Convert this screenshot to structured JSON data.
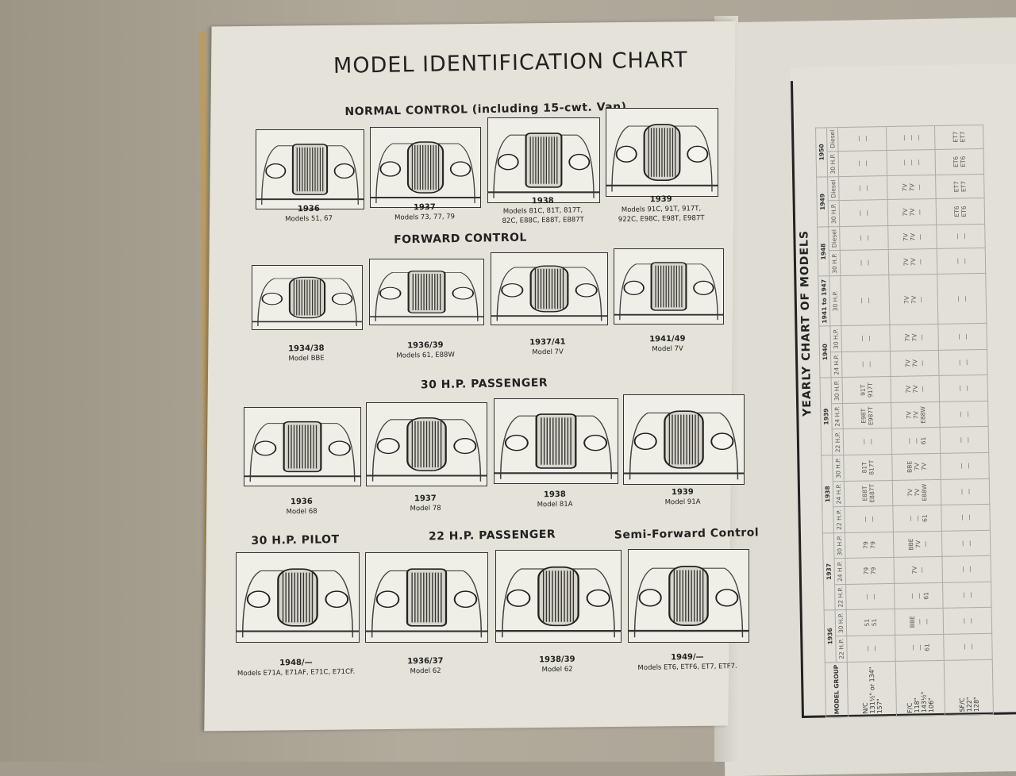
{
  "left_page": {
    "title": "MODEL IDENTIFICATION CHART",
    "sections": [
      {
        "heading": "NORMAL CONTROL (including 15-cwt. Van)",
        "items": [
          {
            "year": "1936",
            "models": "Models 51, 67"
          },
          {
            "year": "1937",
            "models": "Models 73, 77, 79"
          },
          {
            "year": "1938",
            "models": "Models 81C, 81T, 817T,\n82C, E88C, E88T, E887T"
          },
          {
            "year": "1939",
            "models": "Models 91C, 91T, 917T,\n922C, E98C, E98T, E987T"
          }
        ]
      },
      {
        "heading": "FORWARD CONTROL",
        "items": [
          {
            "year": "1934/38",
            "models": "Model BBE"
          },
          {
            "year": "1936/39",
            "models": "Models 61, E88W"
          },
          {
            "year": "1937/41",
            "models": "Model 7V"
          },
          {
            "year": "1941/49",
            "models": "Model 7V"
          }
        ]
      },
      {
        "heading": "30 H.P. PASSENGER",
        "items": [
          {
            "year": "1936",
            "models": "Model 68"
          },
          {
            "year": "1937",
            "models": "Model 78"
          },
          {
            "year": "1938",
            "models": "Model 81A"
          },
          {
            "year": "1939",
            "models": "Model 91A"
          }
        ]
      },
      {
        "heading": "30 H.P. PILOT",
        "items": [
          {
            "year": "1948/—",
            "models": "Models E71A, E71AF, E71C, E71CF."
          }
        ]
      },
      {
        "heading": "22 H.P. PASSENGER",
        "items": [
          {
            "year": "1936/37",
            "models": "Model 62"
          },
          {
            "year": "1938/39",
            "models": "Model 62"
          }
        ]
      },
      {
        "heading": "Semi-Forward Control",
        "items": [
          {
            "year": "1949/—",
            "models": "Models ET6, ETF6, ET7, ETF7."
          }
        ]
      }
    ]
  },
  "right_page": {
    "title": "YEARLY CHART OF MODELS",
    "model_group_label": "MODEL GROUP",
    "years": [
      {
        "year": "1936",
        "cols": [
          "22 H.P.",
          "30 H.P."
        ]
      },
      {
        "year": "1937",
        "cols": [
          "22 H.P.",
          "24 H.P.",
          "30 H.P."
        ]
      },
      {
        "year": "1938",
        "cols": [
          "22 H.P.",
          "24 H.P.",
          "30 H.P."
        ]
      },
      {
        "year": "1939",
        "cols": [
          "22 H.P.",
          "24 H.P.",
          "30 H.P."
        ]
      },
      {
        "year": "1940",
        "cols": [
          "24 H.P.",
          "30 H.P."
        ]
      },
      {
        "year": "1941 to 1947",
        "cols": [
          "30 H.P."
        ]
      },
      {
        "year": "1948",
        "cols": [
          "30 H.P.",
          "Diesel"
        ]
      },
      {
        "year": "1949",
        "cols": [
          "30 H.P.",
          "Diesel"
        ]
      },
      {
        "year": "1950",
        "cols": [
          "30 H.P.",
          "Diesel"
        ]
      }
    ],
    "rows": [
      {
        "group": "N/C\n131½\" or 134\"\n157\"",
        "cells": [
          "—\n—",
          "51\n51",
          "—\n—",
          "79\n79",
          "79\n79",
          "—\n—",
          "E88T\nE887T",
          "81T\n817T",
          "—\n—",
          "E98T\nE987T",
          "91T\n917T",
          "—\n—",
          "—\n—",
          "—\n—",
          "—\n—",
          "—\n—",
          "—\n—",
          "—\n—",
          "—\n—",
          "—\n—"
        ]
      },
      {
        "group": "F/C\n118\"\n143½\"\n106\"",
        "cells": [
          "—\n—\n61",
          "BBE\n—\n—",
          "—\n—\n61",
          "7V\n—",
          "BBE\n7V\n—",
          "—\n—\n61",
          "7V\n7V\nE88W",
          "BBE\n7V\n7V",
          "—\n—\n61",
          "7V\n7V\nE88W",
          "7V\n7V\n—",
          "7V\n7V\n—",
          "7V\n7V\n—",
          "7V\n7V\n—",
          "7V\n7V\n—",
          "7V\n7V\n—",
          "7V\n7V\n—",
          "7V\n7V\n—",
          "—\n—\n—",
          "—\n—\n—"
        ]
      },
      {
        "group": "SF/C\n122\"\n128\"",
        "cells": [
          "—\n—",
          "—\n—",
          "—\n—",
          "—\n—",
          "—\n—",
          "—\n—",
          "—\n—",
          "—\n—",
          "—\n—",
          "—\n—",
          "—\n—",
          "—\n—",
          "—\n—",
          "—\n—",
          "—\n—",
          "—\n—",
          "ET6\nET6",
          "ET7\nET7",
          "ET6\nET6",
          "ET7\nET7"
        ]
      }
    ]
  }
}
